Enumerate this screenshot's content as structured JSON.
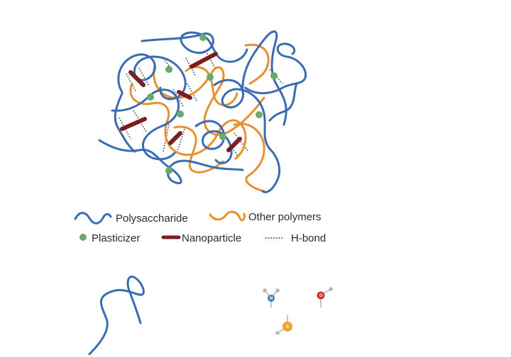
{
  "colors": {
    "polysaccharide": "#3a6cb3",
    "other_polymers": "#e8902e",
    "plasticizer": "#6aaa6e",
    "nanoparticle": "#7a1f1f",
    "hbond": "#2c3e78",
    "atom_n": "#3f7fc0",
    "atom_o": "#c9352d",
    "atom_s": "#efa431",
    "atom_h": "#c8c8c8"
  },
  "legend": {
    "polysaccharide": "Polysaccharide",
    "other_polymers": "Other polymers",
    "plasticizer": "Plasticizer",
    "nanoparticle": "Nanoparticle",
    "hbond": "H-bond"
  },
  "molecules": {
    "amine": {
      "center": "N",
      "h": "H"
    },
    "hydroxyl": {
      "center": "O",
      "h": "H"
    },
    "thiol": {
      "center": "S",
      "h": "H"
    }
  }
}
